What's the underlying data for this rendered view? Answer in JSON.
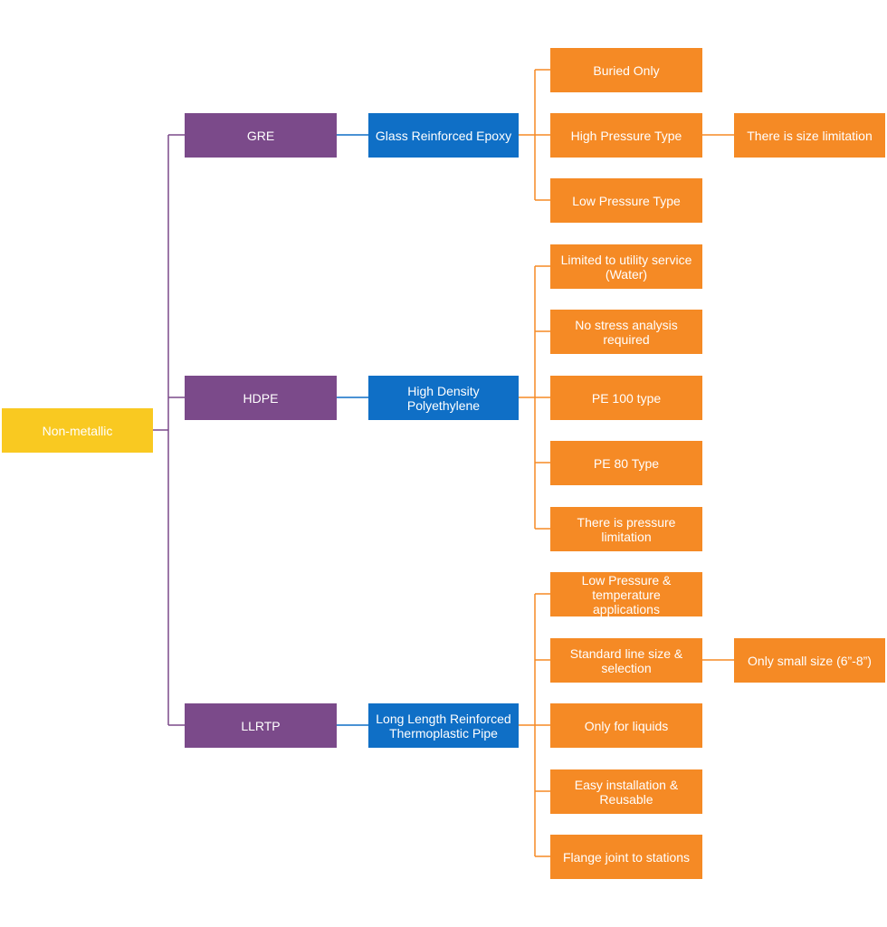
{
  "diagram": {
    "root": {
      "label": "Non-metallic",
      "color": "#f9c921"
    },
    "colors": {
      "category": "#7b4a8a",
      "description": "#0f6fc6",
      "leaf": "#f58a25"
    },
    "branches": [
      {
        "label": "GRE",
        "description": "Glass Reinforced Epoxy",
        "leaves": [
          {
            "label": "Buried Only"
          },
          {
            "label": "High Pressure Type",
            "note": "There is size limitation"
          },
          {
            "label": "Low Pressure Type"
          }
        ]
      },
      {
        "label": "HDPE",
        "description": "High Density\nPolyethylene",
        "leaves": [
          {
            "label": "Limited to utility service\n(Water)"
          },
          {
            "label": "No stress analysis\nrequired"
          },
          {
            "label": "PE 100 type"
          },
          {
            "label": "PE 80 Type"
          },
          {
            "label": "There is pressure\nlimitation"
          }
        ]
      },
      {
        "label": "LLRTP",
        "description": "Long Length Reinforced\nThermoplastic Pipe",
        "leaves": [
          {
            "label": "Low Pressure &\ntemperature\napplications"
          },
          {
            "label": "Standard line size &\nselection",
            "note": "Only small size (6”-8”)"
          },
          {
            "label": "Only for liquids"
          },
          {
            "label": "Easy installation &\nReusable"
          },
          {
            "label": "Flange joint to stations"
          }
        ]
      }
    ]
  }
}
